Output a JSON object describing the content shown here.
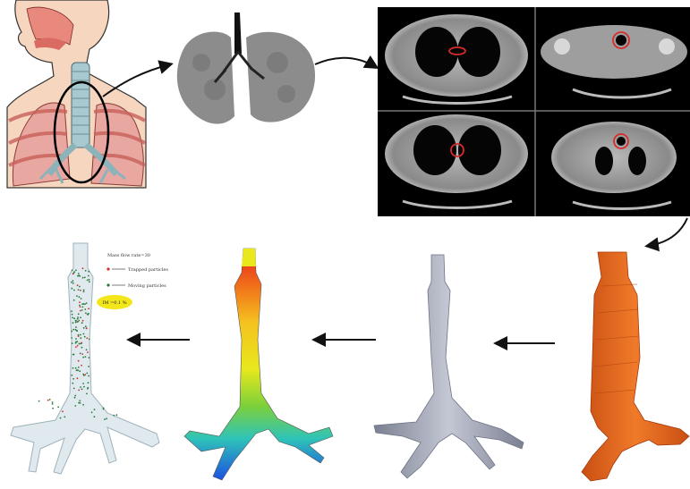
{
  "legend": {
    "title": "Mass flow rate=30",
    "trapped": "Trapped particles",
    "moving": "Moving particles",
    "badge": "IM  =0.1 %"
  },
  "colors": {
    "skin": "#f6d6bf",
    "lung": "#e8a7a0",
    "trachea": "#a7c9cf",
    "ct_bg": "#000000",
    "gray_model": "#a3a8b8",
    "orange_model": "#e8651e",
    "badge": "#f3e71c",
    "trapped": "#d62c2c",
    "moving": "#2a7a3c"
  },
  "icons": [
    "arrow-right-icon",
    "arrow-left-icon",
    "arrow-down-left-icon"
  ]
}
